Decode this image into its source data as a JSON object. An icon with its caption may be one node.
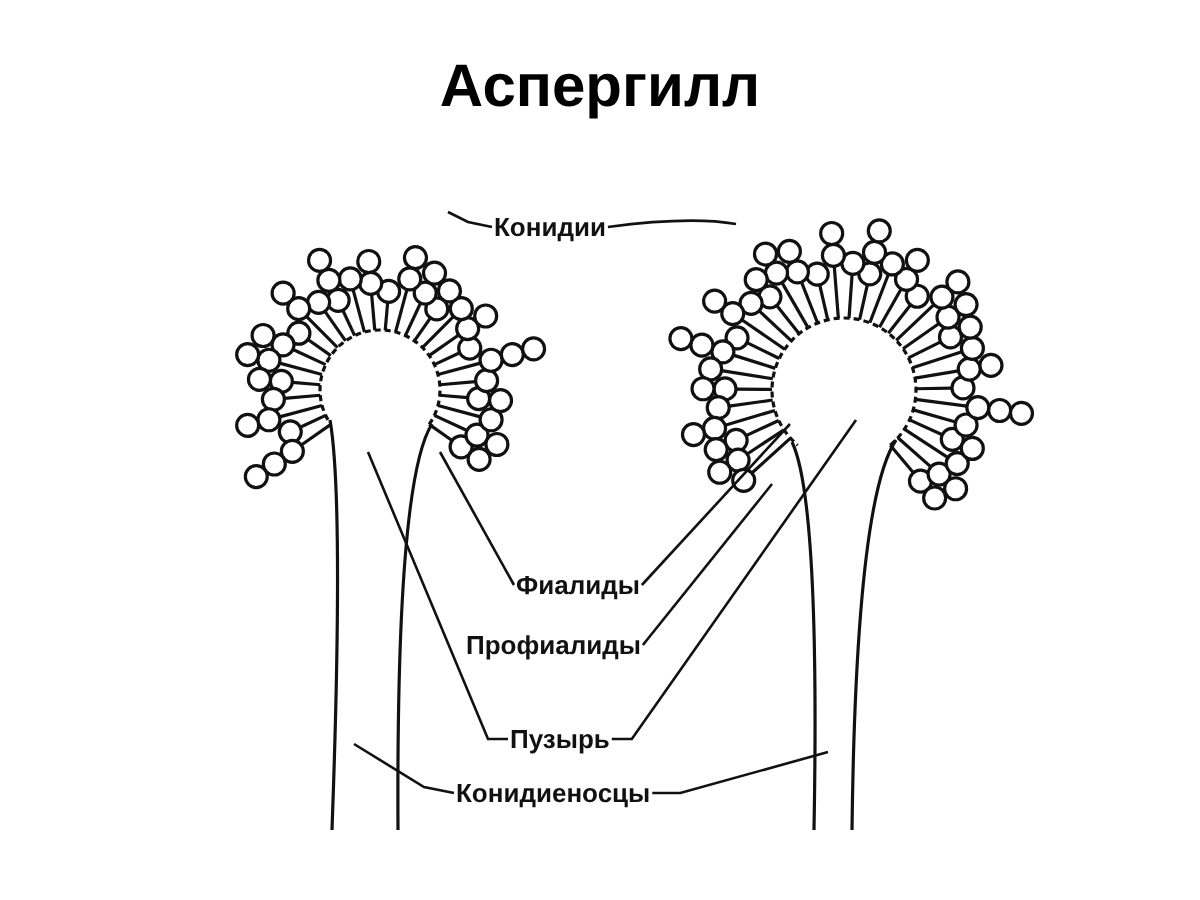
{
  "diagram": {
    "title": "Аспергилл",
    "nodes": [
      {
        "text": [
          "Конидии"
        ]
      },
      {
        "text": [
          "Фиалиды"
        ]
      },
      {
        "text": [
          "Профиалиды"
        ]
      },
      {
        "text": [
          "Пузырь"
        ]
      },
      {
        "text": [
          "Конидиеносцы"
        ]
      }
    ],
    "edges": [
      {
        "from": 0,
        "to": null,
        "arrow": "none"
      },
      {
        "from": 0,
        "to": null,
        "arrow": "none"
      },
      {
        "from": 1,
        "to": null,
        "arrow": "none"
      },
      {
        "from": 1,
        "to": null,
        "arrow": "none"
      },
      {
        "from": 2,
        "to": null,
        "arrow": "none"
      },
      {
        "from": 3,
        "to": null,
        "arrow": "none"
      },
      {
        "from": 3,
        "to": null,
        "arrow": "none"
      },
      {
        "from": 4,
        "to": null,
        "arrow": "none"
      },
      {
        "from": 4,
        "to": null,
        "arrow": "none"
      }
    ]
  }
}
